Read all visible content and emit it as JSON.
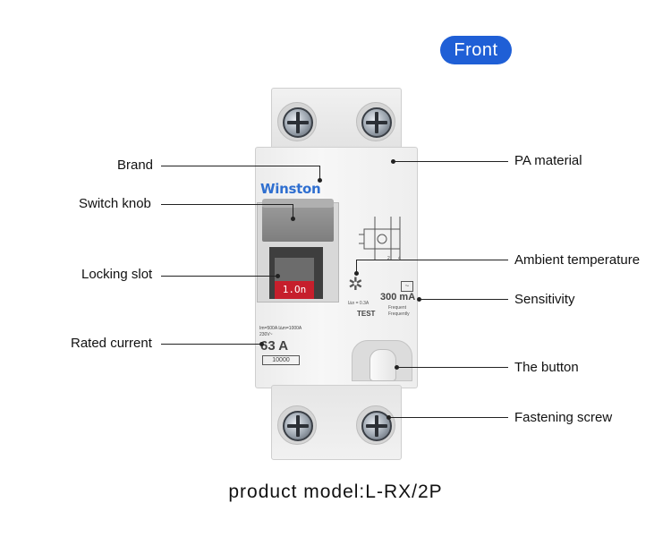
{
  "badge": {
    "label": "Front",
    "color": "#1f5fd6"
  },
  "device": {
    "brand_logo": "Winston",
    "indicator_text": "1.On",
    "ambient_label": "I∆n = 0.3A",
    "test_label": "TEST",
    "sensitivity_value": "300 mA",
    "frequency_text_1": "Frequent",
    "frequency_text_2": "Frequently",
    "ac_symbol": "~",
    "ratings_line_1": "Im=500A I∆m=1000A",
    "ratings_line_2": "230V~",
    "rated_current": "63 A",
    "breaking_capacity": "10000",
    "icons": [
      "screw-icon",
      "snowflake-icon",
      "schematic-icon"
    ]
  },
  "callouts": {
    "brand": "Brand",
    "switch_knob": "Switch knob",
    "locking_slot": "Locking slot",
    "rated_current": "Rated current",
    "pa_material": "PA material",
    "ambient_temperature": "Ambient temperature",
    "sensitivity": "Sensitivity",
    "the_button": "The button",
    "fastening_screw": "Fastening screw"
  },
  "caption": "product model:L-RX/2P"
}
